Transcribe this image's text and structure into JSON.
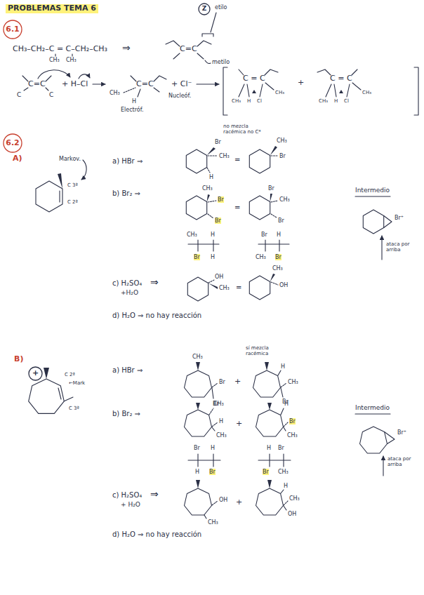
{
  "diagram": {
    "title": "PROBLEMAS TEMA 6",
    "nodes": [
      {
        "text": [
          "6.1"
        ]
      },
      {
        "text": [
          "Z"
        ]
      },
      {
        "text": [
          "6.2"
        ]
      },
      {
        "text": [
          "+"
        ]
      }
    ],
    "labels": [
      "CH₃–CH₂–C = C–CH₂–CH₃",
      "CH₃",
      "CH₃",
      "⇒",
      "C=C",
      "etilo",
      "metilo",
      "C=C",
      "C",
      "C",
      "+ H–Cl",
      "C=C",
      "CH₃",
      "H",
      "Electróf.",
      "+ Cl⁻",
      "Nucleóf.",
      "C = C",
      "CH₃",
      "H",
      "Cl",
      "CH₃",
      "+",
      "C = C",
      "CH₃",
      "H",
      "Cl",
      "CH₃",
      "A)",
      "Markov.",
      "C 3ª",
      "C 2ª",
      "a) HBr ⇒",
      "no mezcla racémica no C*",
      "Br",
      "CH₃",
      "H",
      "=",
      "CH₃",
      "Br",
      "b) Br₂ ⇒",
      "CH₃",
      "Br",
      "Br",
      "=",
      "Br",
      "CH₃",
      "Br",
      "CH₃",
      "H",
      "Br",
      "H",
      "Br",
      "H",
      "CH₃",
      "Br",
      "Intermedio",
      "Br⁺",
      "ataca por arriba",
      "c) H₂SO₄",
      "+H₂O",
      "⇒",
      "OH",
      "CH₃",
      "=",
      "CH₃",
      "OH",
      "d) H₂O ⇒ no hay reacción",
      "B)",
      "C 2ª",
      "←Mark",
      "C 3ª",
      "a) HBr ⇒",
      "sí mezcla racémica",
      "CH₃",
      "Br",
      "CH₃",
      "+",
      "H",
      "CH₃",
      "Br",
      "b) Br₂ ⇒",
      "Br",
      "H",
      "CH₃",
      "+",
      "H",
      "Br",
      "CH₃",
      "Br",
      "H",
      "H",
      "Br",
      "H",
      "Br",
      "Br",
      "CH₃",
      "Intermedio",
      "Br⁺",
      "ataca por arriba",
      "c) H₂SO₄",
      "+ H₂O",
      "⇒",
      "OH",
      "CH₃",
      "+",
      "H",
      "CH₃",
      "OH",
      "d) H₂O ⇒ no hay reacción"
    ]
  }
}
